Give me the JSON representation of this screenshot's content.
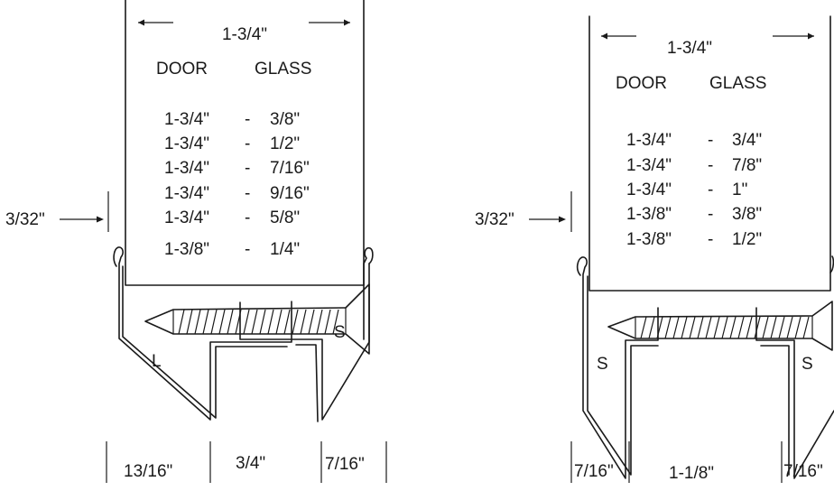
{
  "diagrams": [
    {
      "width_label": "1-3/4\"",
      "col_door": "DOOR",
      "col_glass": "GLASS",
      "rows": [
        {
          "door": "1-3/4\"",
          "sep": "-",
          "glass": "3/8\""
        },
        {
          "door": "1-3/4\"",
          "sep": "-",
          "glass": "1/2\""
        },
        {
          "door": "1-3/4\"",
          "sep": "-",
          "glass": "7/16\""
        },
        {
          "door": "1-3/4\"",
          "sep": "-",
          "glass": "9/16\""
        },
        {
          "door": "1-3/4\"",
          "sep": "-",
          "glass": "5/8\""
        },
        {
          "door": "1-3/8\"",
          "sep": "-",
          "glass": "1/4\""
        }
      ],
      "side_label": "3/32\"",
      "leg_left": "L",
      "leg_right": "S",
      "dims": [
        "13/16\"",
        "3/4\"",
        "7/16\""
      ]
    },
    {
      "width_label": "1-3/4\"",
      "col_door": "DOOR",
      "col_glass": "GLASS",
      "rows": [
        {
          "door": "1-3/4\"",
          "sep": "-",
          "glass": "3/4\""
        },
        {
          "door": "1-3/4\"",
          "sep": "-",
          "glass": "7/8\""
        },
        {
          "door": "1-3/4\"",
          "sep": "-",
          "glass": "1\""
        },
        {
          "door": "1-3/8\"",
          "sep": "-",
          "glass": "3/8\""
        },
        {
          "door": "1-3/8\"",
          "sep": "-",
          "glass": "1/2\""
        }
      ],
      "side_label": "3/32\"",
      "leg_left": "S",
      "leg_right": "S",
      "dims": [
        "7/16\"",
        "1-1/8\"",
        "7/16\""
      ]
    }
  ]
}
